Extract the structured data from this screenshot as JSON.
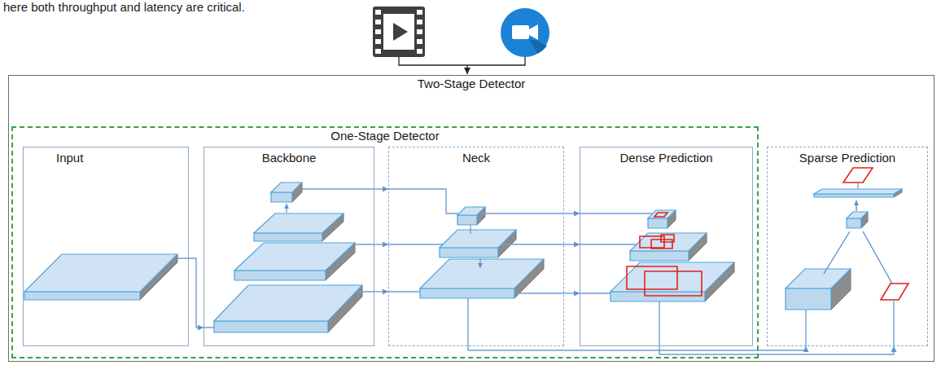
{
  "diagram": {
    "nodes": [
      {
        "text": [
          "Two-Stage Detector"
        ]
      },
      {
        "text": [
          "One-Stage Detector"
        ],
        "in": 0
      },
      {
        "text": [
          "Input"
        ],
        "in": 1
      },
      {
        "text": [
          "Backbone"
        ],
        "in": 1
      },
      {
        "text": [
          "Neck"
        ],
        "in": 1
      },
      {
        "text": [
          "Dense Prediction"
        ],
        "in": 1
      },
      {
        "text": [
          "Sparse Prediction"
        ],
        "in": 0
      }
    ],
    "edges": [
      {
        "from": 2,
        "to": 3,
        "arrow": "to"
      },
      {
        "from": 3,
        "to": 4,
        "arrow": "to"
      },
      {
        "from": 3,
        "to": 4,
        "arrow": "to"
      },
      {
        "from": 3,
        "to": 4,
        "arrow": "to"
      },
      {
        "from": 4,
        "to": 5,
        "arrow": "to"
      },
      {
        "from": 4,
        "to": 5,
        "arrow": "to"
      },
      {
        "from": 4,
        "to": 5,
        "arrow": "to"
      },
      {
        "from": 4,
        "to": 6,
        "arrow": "to"
      },
      {
        "from": 5,
        "to": 6,
        "arrow": "to"
      }
    ],
    "labels": [
      "here both throughput and latency are critical."
    ]
  }
}
